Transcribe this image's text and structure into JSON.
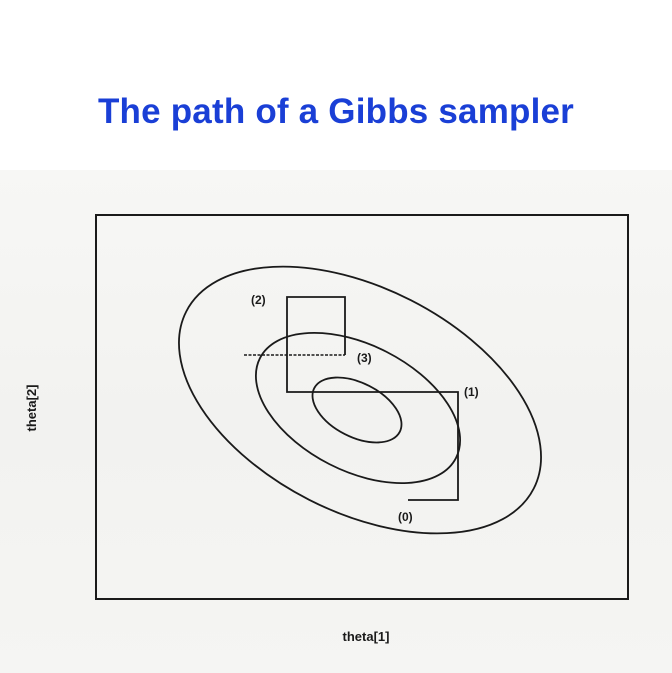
{
  "title": "The path of a Gibbs sampler",
  "colors": {
    "title": "#1a3fd6",
    "ink": "#1a1a1a"
  },
  "axes": {
    "xlabel": "theta[1]",
    "ylabel": "theta[2]"
  },
  "path_labels": [
    "(0)",
    "(1)",
    "(2)",
    "(3)"
  ]
}
